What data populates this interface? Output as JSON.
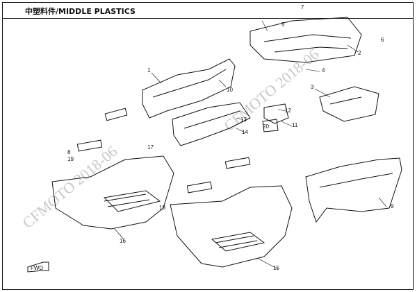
{
  "header": {
    "title": "中塑料件/MIDDLE PLASTICS"
  },
  "watermark": {
    "text": "CFMOTO 2018-06",
    "color": "#c9c9c9"
  },
  "callouts": [
    "1",
    "2",
    "3",
    "4",
    "5",
    "6",
    "7",
    "8",
    "9",
    "10",
    "11",
    "12",
    "13",
    "14",
    "15",
    "16",
    "17",
    "18",
    "19",
    "20"
  ],
  "direction_badge": {
    "text": "FWD"
  }
}
